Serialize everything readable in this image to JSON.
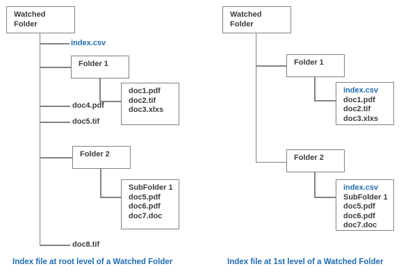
{
  "diagram": {
    "title_colors": {
      "accent": "#1f6cb0",
      "text": "#3b3b3b",
      "line": "#808080",
      "background": "#ffffff"
    },
    "left": {
      "root_box": {
        "lines": [
          "Watched",
          "Folder"
        ]
      },
      "index_file": "index.csv",
      "folder1_box": {
        "lines": [
          "Folder 1"
        ]
      },
      "folder1_files_box": {
        "lines": [
          "doc1.pdf",
          "doc2.tif",
          "doc3.xlxs"
        ]
      },
      "doc4": "doc4.pdf",
      "doc5": "doc5.tif",
      "folder2_box": {
        "lines": [
          "Folder 2"
        ]
      },
      "folder2_files_box": {
        "lines": [
          "SubFolder 1",
          "doc5.pdf",
          "doc6.pdf",
          "doc7.doc"
        ]
      },
      "doc8": "doc8.tif",
      "caption": "Index file at root level of a Watched Folder"
    },
    "right": {
      "root_box": {
        "lines": [
          "Watched",
          "Folder"
        ]
      },
      "folder1_box": {
        "lines": [
          "Folder 1"
        ]
      },
      "folder1_files_box": {
        "index_file": "index.csv",
        "lines": [
          "doc1.pdf",
          "doc2.tif",
          "doc3.xlxs"
        ]
      },
      "folder2_box": {
        "lines": [
          "Folder 2"
        ]
      },
      "folder2_files_box": {
        "index_file": "index.csv",
        "lines": [
          "SubFolder 1",
          "doc5.pdf",
          "doc6.pdf",
          "doc7.doc"
        ]
      },
      "caption": "Index file at 1st level of a Watched Folder"
    }
  }
}
